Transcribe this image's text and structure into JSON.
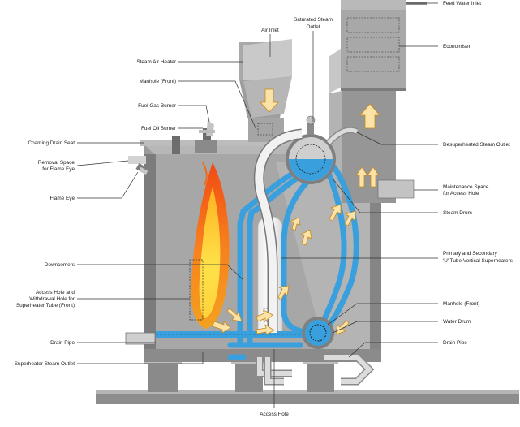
{
  "labels": {
    "feed_water_inlet": "Feed Water Inlet",
    "air_inlet": "Air Inlet",
    "saturated_steam_outlet_1": "Saturated Steam",
    "saturated_steam_outlet_2": "Outlet",
    "economiser": "Economiser",
    "steam_air_heater": "Steam Air Heater",
    "manhole_front_top": "Manhole (Front)",
    "fuel_gas_burner": "Fuel Gas Burner",
    "fuel_oil_burner": "Fuel Oil Burner",
    "coaming_drain_seat": "Coaming Drain Seat",
    "removal_space_1": "Removal Space",
    "removal_space_2": "for Flame Eye",
    "desuperheated_steam_outlet": "Desuperheated Steam Outlet",
    "flame_eye": "Flame Eye",
    "maintenance_space_1": "Maintenance Space",
    "maintenance_space_2": "for Access Hole",
    "steam_drum": "Steam Drum",
    "downcomers": "Downcomers",
    "superheaters_1": "Primary and Secondary",
    "superheaters_2": "'U' Tube Vertical Superheaters",
    "access_hole_1": "Access Hole and",
    "access_hole_2": "Withdrawal Hole for",
    "access_hole_3": "Superheater Tube (Front)",
    "manhole_front_right": "Manhole (Front)",
    "water_drum": "Water Drum",
    "drain_pipe_left": "Drain Pipe",
    "drain_pipe_right": "Drain Pipe",
    "superheater_steam_outlet": "Superheater Steam Outlet",
    "access_hole_bottom": "Access Hole"
  },
  "colors": {
    "casing": "#9a9a9a",
    "casing_dark": "#6f6f6f",
    "casing_light": "#cfcfcf",
    "water": "#3aa0dd",
    "flame_outer": "#e8531b",
    "flame_inner": "#ffd21f",
    "arrow_fill": "#fbe3a8",
    "arrow_stroke": "#c98a1c"
  },
  "icons": {
    "flow_arrow": "flow-arrow-icon",
    "flame": "flame-icon"
  }
}
